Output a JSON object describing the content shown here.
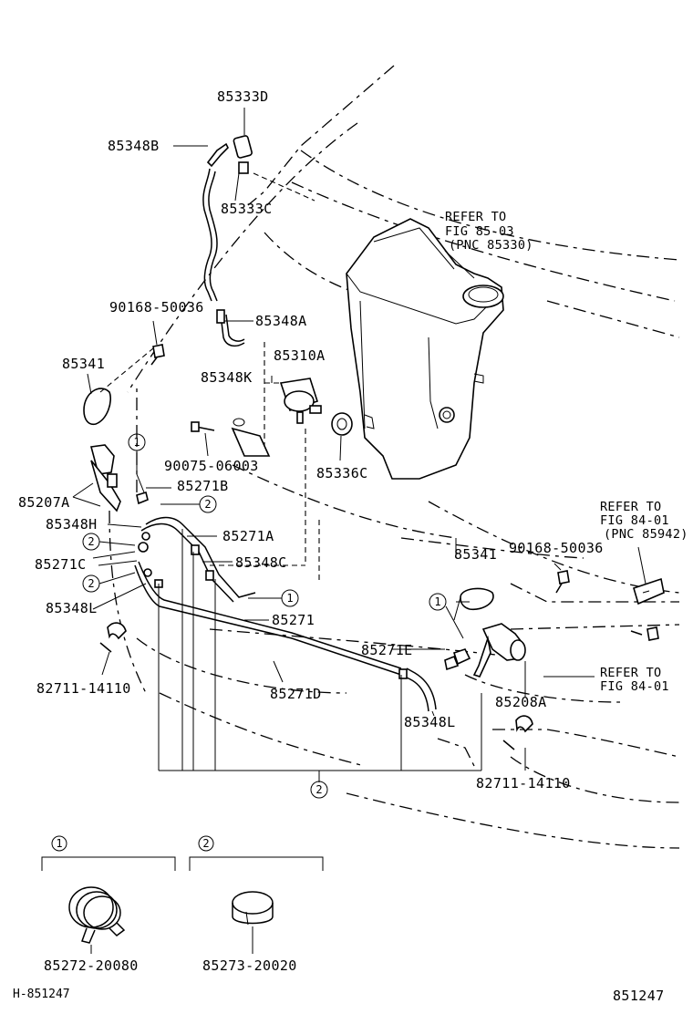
{
  "diagram": {
    "labels": {
      "p85333D": "85333D",
      "p85348B": "85348B",
      "p85333C": "85333C",
      "p90168_top": "90168-50036",
      "p85348A": "85348A",
      "p85341_top": "85341",
      "p85310A": "85310A",
      "p85348K": "85348K",
      "p90075": "90075-06003",
      "p85336C": "85336C",
      "p85271B": "85271B",
      "p85207A": "85207A",
      "p85348H": "85348H",
      "p85271A": "85271A",
      "p85271C": "85271C",
      "p85348C": "85348C",
      "p85348L_left": "85348L",
      "p85271": "85271",
      "p82711_left": "82711-14110",
      "p85271D": "85271D",
      "p85341_right": "85341",
      "p90168_right": "90168-50036",
      "p85271E": "85271E",
      "p85208A": "85208A",
      "p85348L_right": "85348L",
      "p82711_right": "82711-14110",
      "p85272": "85272-20080",
      "p85273": "85273-20020"
    },
    "refer_blocks": {
      "tank": [
        "REFER TO",
        "FIG 85-03",
        "(PNC 85330)"
      ],
      "bumper": [
        "REFER TO",
        "FIG 84-01",
        "(PNC 85942)"
      ],
      "lower": [
        "REFER TO",
        "FIG 84-01"
      ]
    },
    "callouts": {
      "one": "1",
      "two": "2"
    },
    "footer": {
      "left_code": "H-851247",
      "right_code": "851247"
    }
  }
}
